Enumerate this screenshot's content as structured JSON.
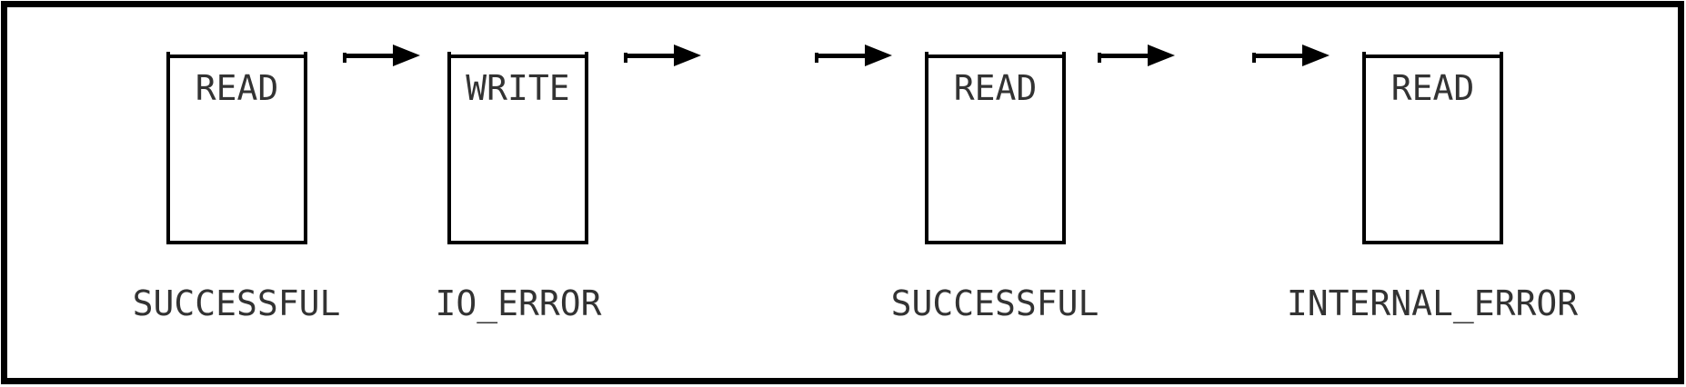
{
  "diagram": {
    "description": "operation-sequence-diagram",
    "nodes": [
      {
        "operation": "READ",
        "result": "SUCCESSFUL"
      },
      {
        "operation": "WRITE",
        "result": "IO_ERROR"
      },
      {
        "operation": "READ",
        "result": "SUCCESSFUL"
      },
      {
        "operation": "READ",
        "result": "INTERNAL_ERROR"
      }
    ],
    "arrow_count": 5
  },
  "colors": {
    "line": "#000000",
    "text": "#333333",
    "background": "#ffffff"
  }
}
